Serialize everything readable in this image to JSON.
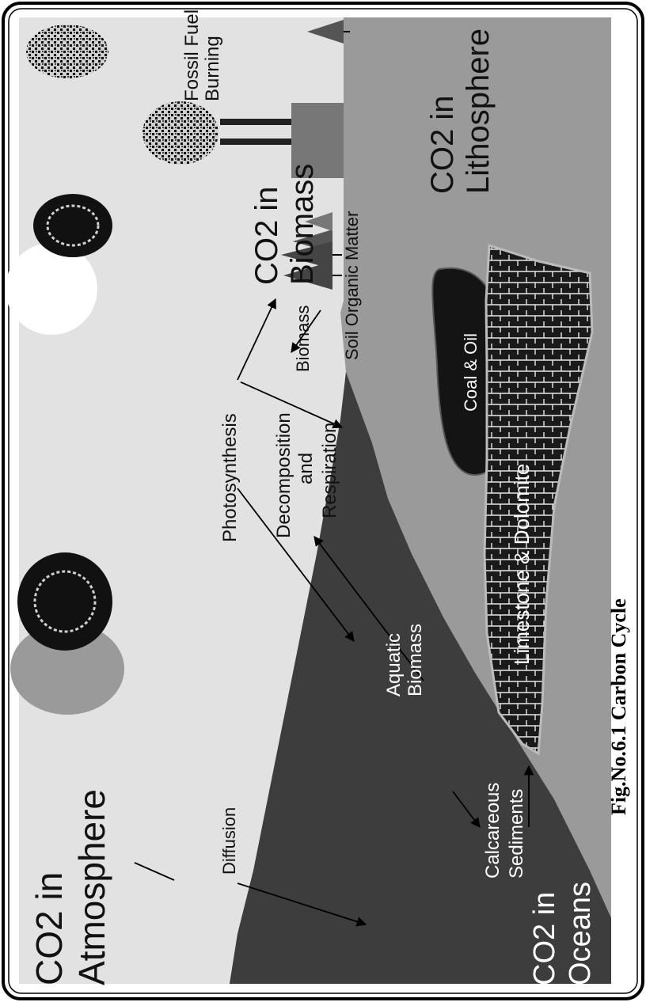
{
  "figure": {
    "caption": "Fig.No.6.1  Carbon Cycle",
    "colors": {
      "sky": "#e2e2e2",
      "ocean": "#3d3d3d",
      "land": "#9a9a9a",
      "coal": "#141414",
      "limestone": "#1a1a1a",
      "factory": "#777777",
      "frame": "#000000"
    },
    "labels": {
      "co2_atmosphere_1": "CO2 in",
      "co2_atmosphere_2": "Atmosphere",
      "diffusion": "Diffusion",
      "co2_oceans_1": "CO2 in",
      "co2_oceans_2": "Oceans",
      "aquatic_biomass_1": "Aquatic",
      "aquatic_biomass_2": "Biomass",
      "calcareous_1": "Calcareous",
      "calcareous_2": "Sediments",
      "photosynthesis": "Photosynthesis",
      "decomp_1": "Decomposition",
      "decomp_2": "and",
      "decomp_3": "Respiration",
      "biomass": "Biomass",
      "soil_organic": "Soil Organic Matter",
      "coal_oil": "Coal & Oil",
      "limestone": "Limestone & Dolomite",
      "co2_biomass_1": "CO2 in",
      "co2_biomass_2": "Biomass",
      "fossil_1": "Fossil Fuel",
      "fossil_2": "Burning",
      "co2_litho_1": "CO2 in",
      "co2_litho_2": "Lithosphere"
    }
  }
}
